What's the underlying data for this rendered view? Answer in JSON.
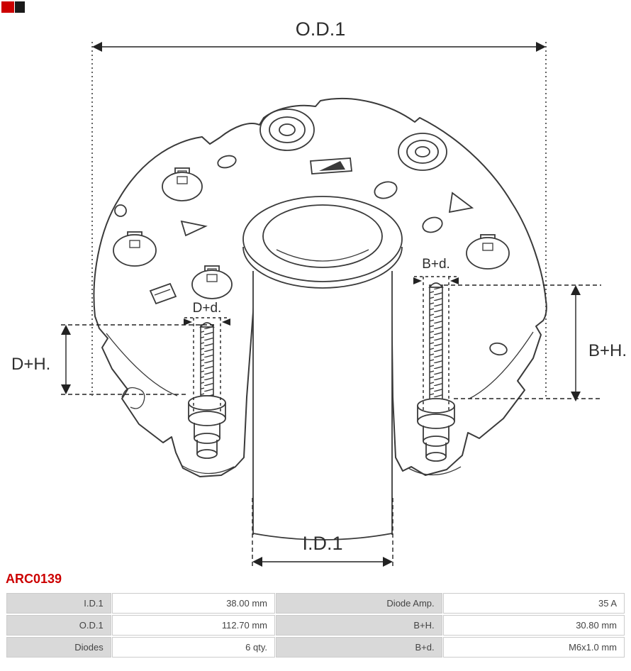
{
  "part_number": "ARC0139",
  "diagram": {
    "dimension_labels": {
      "od1": "O.D.1",
      "id1": "I.D.1",
      "dplus_h": "D+H.",
      "bplus_h": "B+H.",
      "dplus_d": "D+d.",
      "bplus_d": "B+d."
    }
  },
  "spec_table": {
    "rows": [
      {
        "label_left": "I.D.1",
        "value_left": "38.00 mm",
        "label_right": "Diode Amp.",
        "value_right": "35 A"
      },
      {
        "label_left": "O.D.1",
        "value_left": "112.70 mm",
        "label_right": "B+H.",
        "value_right": "30.80 mm"
      },
      {
        "label_left": "Diodes",
        "value_left": "6 qty.",
        "label_right": "B+d.",
        "value_right": "M6x1.0 mm"
      }
    ]
  },
  "colors": {
    "accent-red": "#cc0000",
    "line": "#3a3a3a",
    "dim": "#222222",
    "table-label-bg": "#d9d9d9",
    "table-border": "#cccccc",
    "table-text": "#444444"
  }
}
